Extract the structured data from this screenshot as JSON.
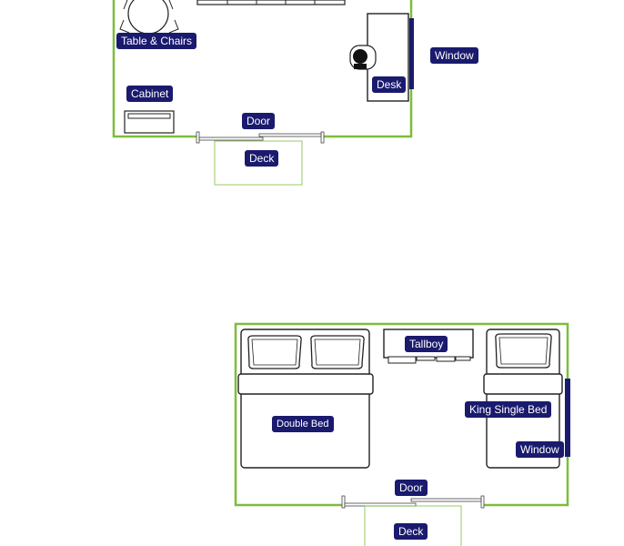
{
  "labels": {
    "table_chairs": "Table & Chairs",
    "window_top": "Window",
    "desk": "Desk",
    "cabinet": "Cabinet",
    "door_top": "Door",
    "deck_top": "Deck",
    "tallboy": "Tallboy",
    "king_single_bed": "King Single Bed",
    "double_bed": "Double Bed",
    "window_bottom": "Window",
    "door_bottom": "Door",
    "deck_bottom": "Deck"
  },
  "colors": {
    "wall": "#7cbd3c",
    "label_bg": "#1a1a6e",
    "window": "#1a1a6e",
    "furniture_stroke": "#222222"
  }
}
